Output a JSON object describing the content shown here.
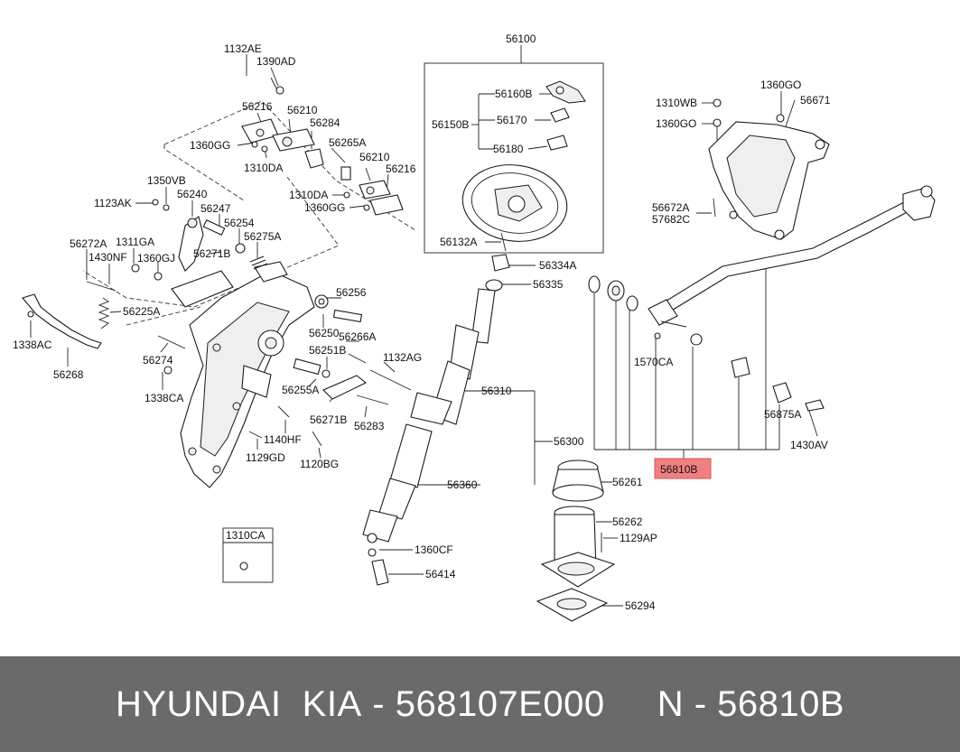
{
  "labels": {
    "p56100": "56100",
    "p1132AE": "1132AE",
    "p1390AD": "1390AD",
    "p56216_a": "56216",
    "p56210_a": "56210",
    "p56284": "56284",
    "p1360GG_a": "1360GG",
    "p1310DA_a": "1310DA",
    "p56265A": "56265A",
    "p56210_b": "56210",
    "p56216_b": "56216",
    "p1310DA_b": "1310DA",
    "p1360GG_b": "1360GG",
    "p1350VB": "1350VB",
    "p1123AK": "1123AK",
    "p56240": "56240",
    "p56247": "56247",
    "p56254": "56254",
    "p56275A": "56275A",
    "p56272A": "56272A",
    "p1311GA": "1311GA",
    "p1430NF": "1430NF",
    "p1360GJ": "1360GJ",
    "p56271B_a": "56271B",
    "p56225A": "56225A",
    "p1338AC": "1338AC",
    "p56268": "56268",
    "p56274": "56274",
    "p1338CA": "1338CA",
    "p56256": "56256",
    "p56250": "56250",
    "p56266A": "56266A",
    "p56251B": "56251B",
    "p1132AG": "1132AG",
    "p56255A": "56255A",
    "p56271B_b": "56271B",
    "p56283": "56283",
    "p1140HF": "1140HF",
    "p1129GD": "1129GD",
    "p1120BG": "1120BG",
    "p1310CA": "1310CA",
    "p56160B": "56160B",
    "p56150B": "56150B",
    "p56170": "56170",
    "p56180": "56180",
    "p56132A": "56132A",
    "p56334A": "56334A",
    "p56335": "56335",
    "p56310": "56310",
    "p56300": "56300",
    "p56360": "56360",
    "p1360CF": "1360CF",
    "p56414": "56414",
    "p56261": "56261",
    "p56262": "56262",
    "p1129AP": "1129AP",
    "p56294": "56294",
    "p1310WB": "1310WB",
    "p1360GO_a": "1360GO",
    "p56671": "56671",
    "p1360GO_b": "1360GO",
    "p56672A": "56672A",
    "p57682C": "57682C",
    "p1570CA": "1570CA",
    "p56875A": "56875A",
    "p1430AV": "1430AV",
    "p56810B": "56810B"
  },
  "highlight_color": "#f08080",
  "footer": {
    "brand": "HYUNDAI  KIA",
    "separator_1": " - ",
    "part_number": "568107E000",
    "gap": "     ",
    "n_prefix": "N",
    "separator_2": " - ",
    "ref_number": "56810B"
  }
}
